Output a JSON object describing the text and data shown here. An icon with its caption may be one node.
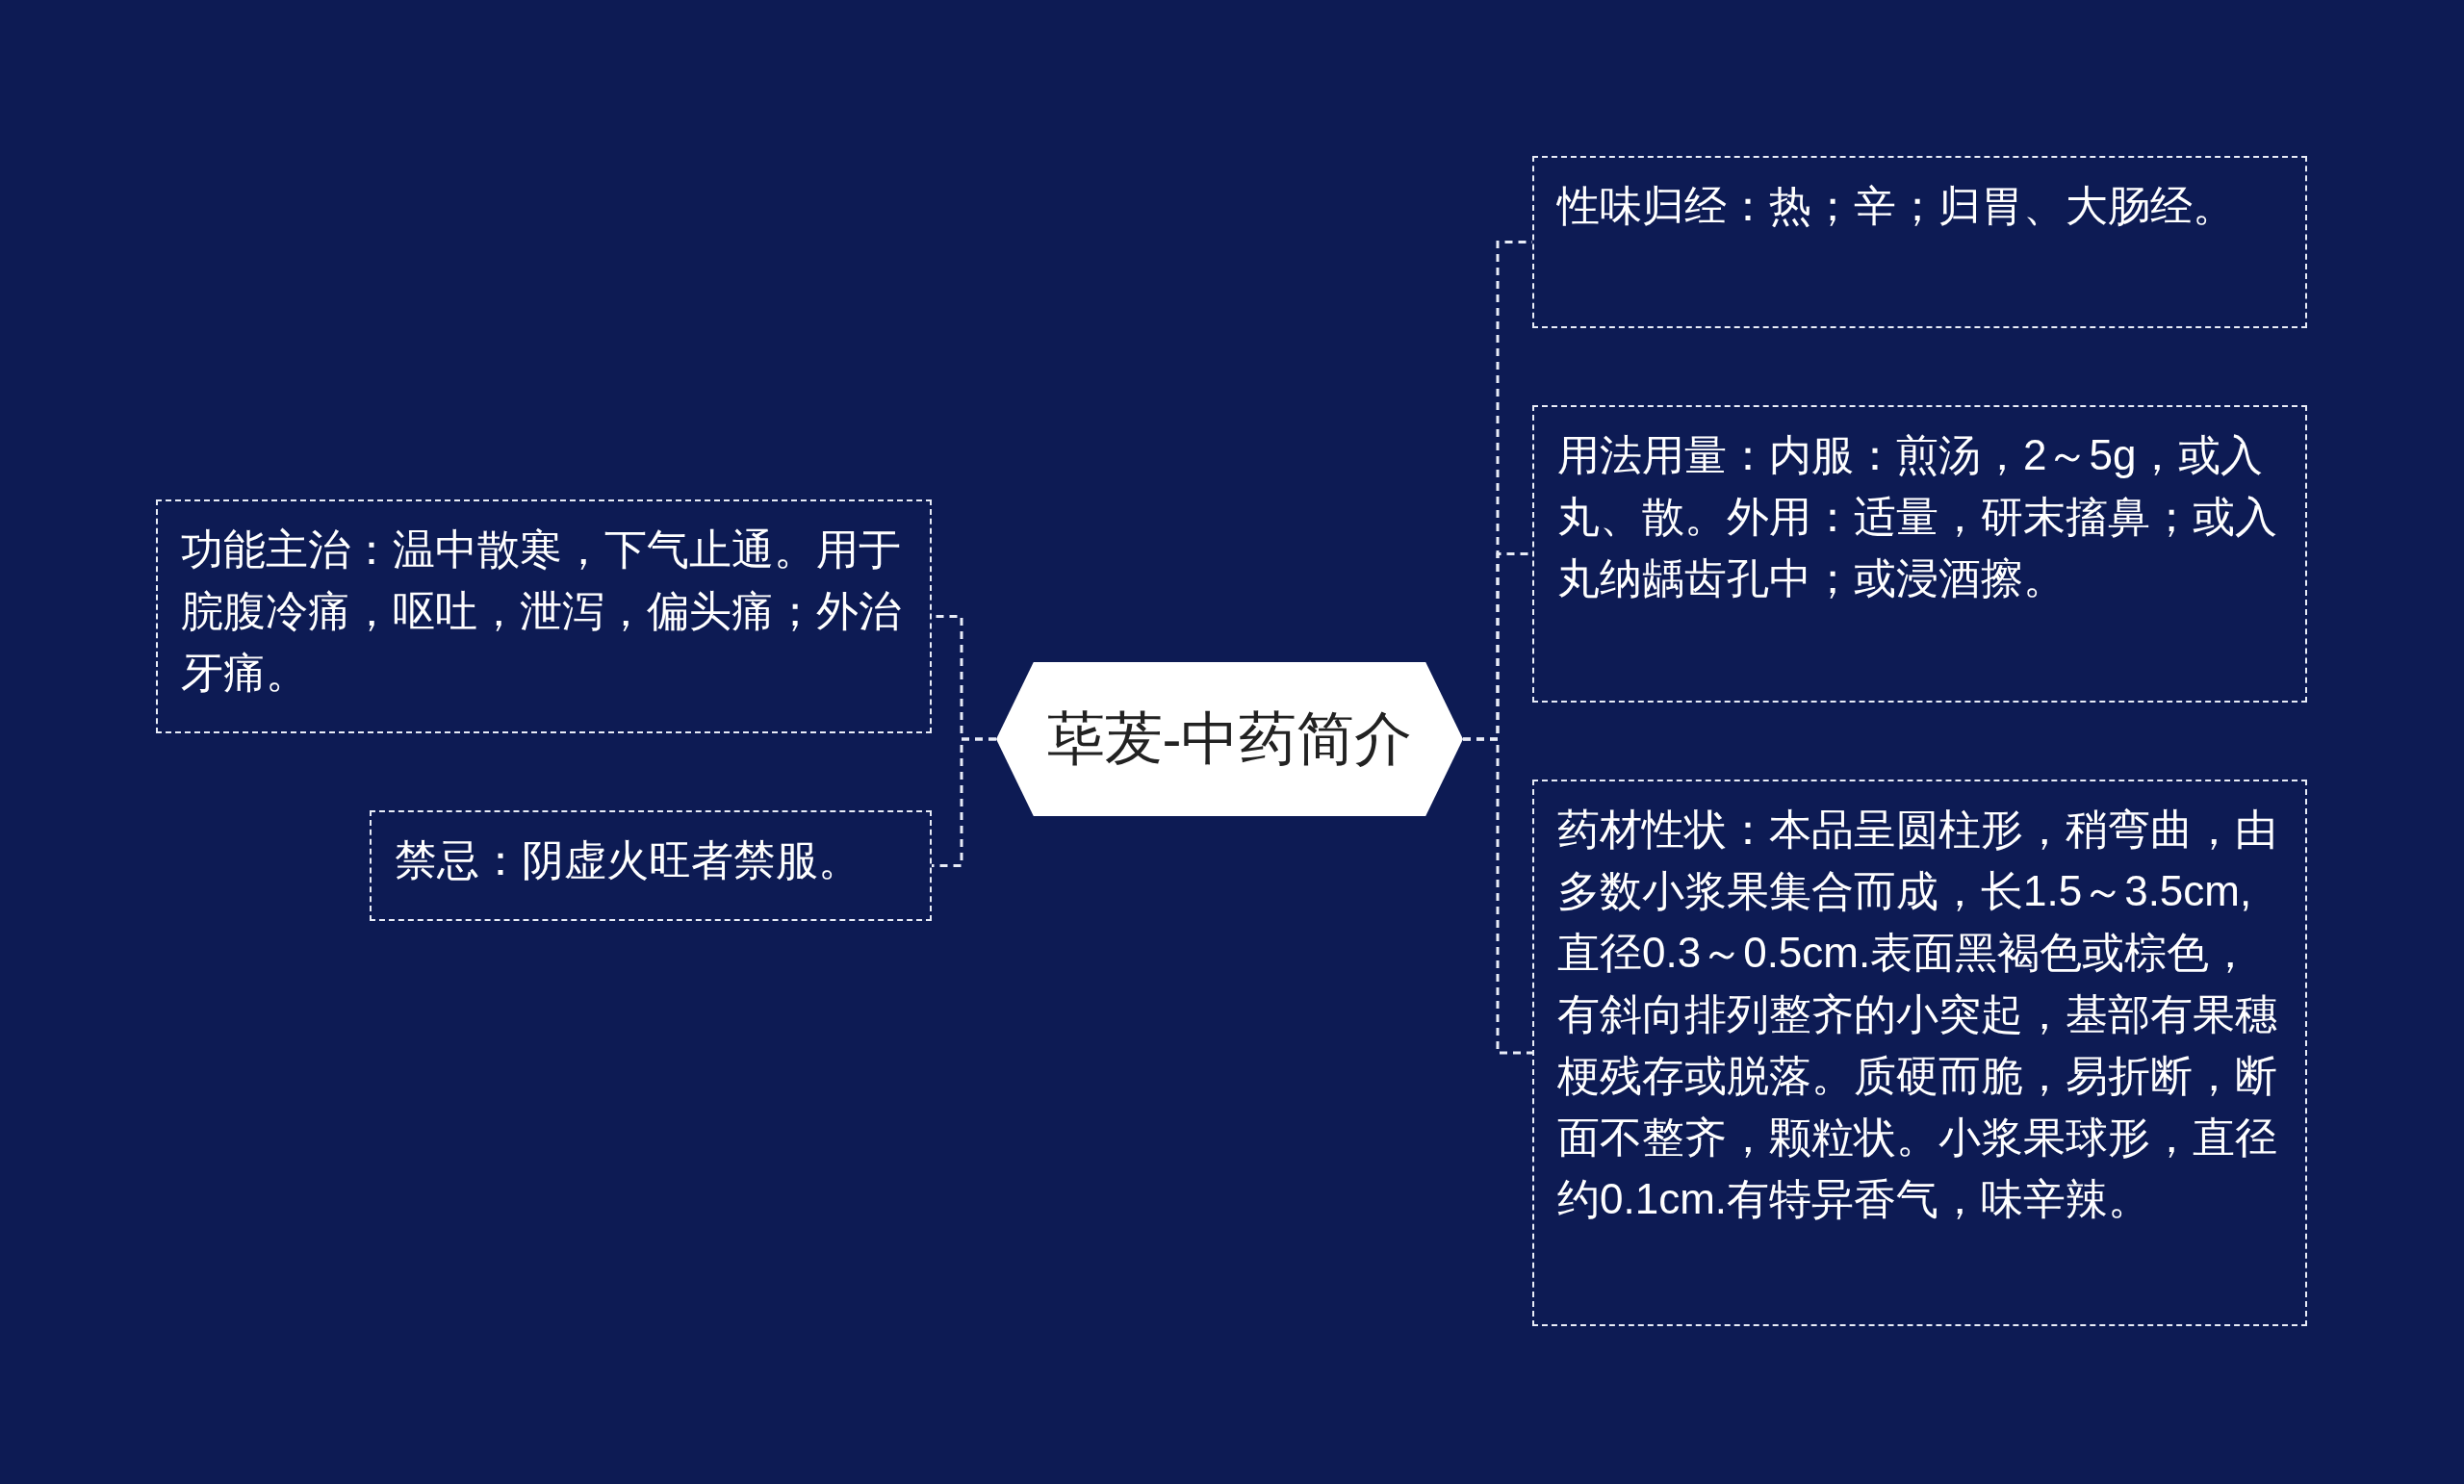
{
  "diagram": {
    "nodes": [
      {
        "text": [
          "荜茇-中药简介"
        ]
      },
      {
        "text": [
          "功能主治：温中散寒，下气止通。用于脘腹冷痛，呕吐，泄泻，偏头痛；外治牙痛。"
        ]
      },
      {
        "text": [
          "禁忌：阴虚火旺者禁服。"
        ]
      },
      {
        "text": [
          "性味归经：热；辛；归胃、大肠经。"
        ]
      },
      {
        "text": [
          "用法用量：内服：煎汤，2～5g，或入丸、散。外用：适量，研末搐鼻；或入丸纳龋齿孔中；或浸酒擦。"
        ]
      },
      {
        "text": [
          "药材性状：本品呈圆柱形，稍弯曲，由多数小浆果集合而成，长1.5～3.5cm,直径0.3～0.5cm.表面黑褐色或棕色，有斜向排列整齐的小突起，基部有果穗梗残存或脱落。质硬而脆，易折断，断面不整齐，颗粒状。小浆果球形，直径约0.1cm.有特异香气，味辛辣。"
        ]
      }
    ],
    "edges": [
      {
        "from": 0,
        "to": 1,
        "arrow": "none",
        "style": "dashed"
      },
      {
        "from": 0,
        "to": 2,
        "arrow": "none",
        "style": "dashed"
      },
      {
        "from": 0,
        "to": 3,
        "arrow": "none",
        "style": "dashed"
      },
      {
        "from": 0,
        "to": 4,
        "arrow": "none",
        "style": "dashed"
      },
      {
        "from": 0,
        "to": 5,
        "arrow": "none",
        "style": "dashed"
      }
    ]
  }
}
